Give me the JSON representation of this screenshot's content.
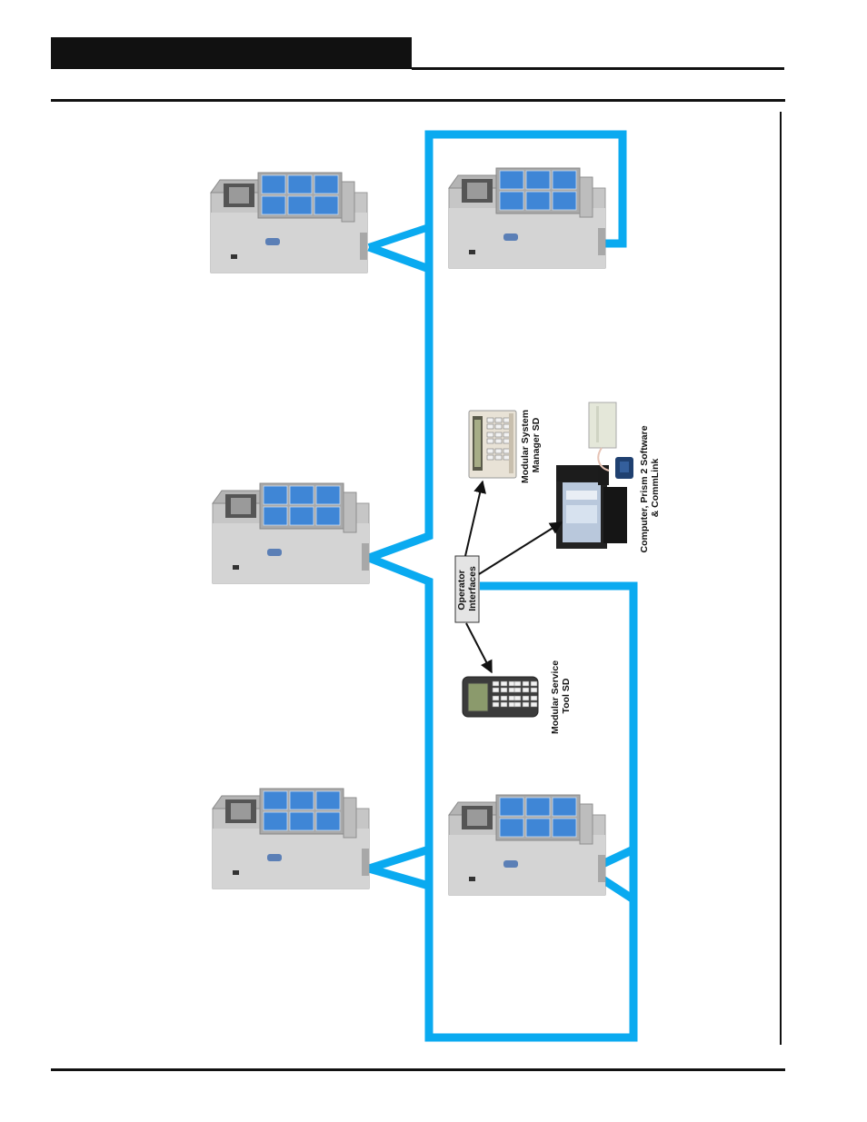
{
  "labels": {
    "operator_interfaces": [
      "Operator",
      "Interfaces"
    ],
    "system_manager": [
      "Modular System",
      "Manager SD"
    ],
    "service_tool": [
      "Modular Service",
      "Tool SD"
    ],
    "computer": [
      "Computer, Prism 2 Software",
      "& CommLink"
    ]
  },
  "colors": {
    "loop": "#0aaaf0",
    "unit_body": "#c8c8c8",
    "filters": "#3f86d6",
    "header": "#111111"
  }
}
